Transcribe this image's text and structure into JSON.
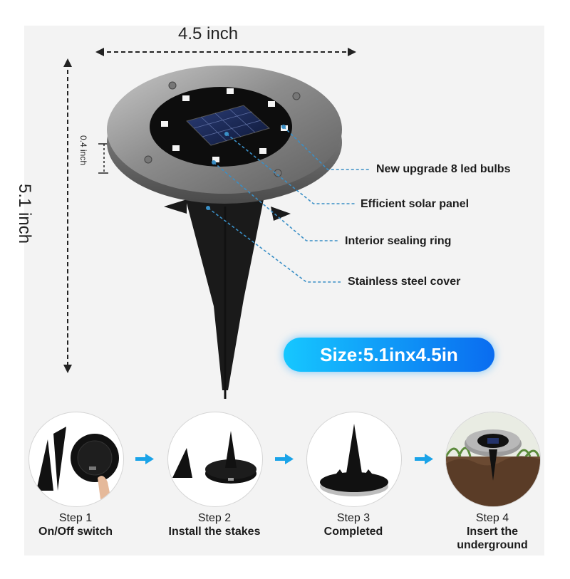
{
  "dimensions": {
    "width": "4.5 inch",
    "height": "5.1 inch",
    "thickness": "0.4 inch"
  },
  "callouts": [
    "New upgrade 8 led bulbs",
    "Efficient solar panel",
    "Interior sealing ring",
    "Stainless steel cover"
  ],
  "badge": "Size:5.1inx4.5in",
  "steps": [
    {
      "number": "Step 1",
      "desc": "On/Off switch"
    },
    {
      "number": "Step 2",
      "desc": "Install the stakes"
    },
    {
      "number": "Step 3",
      "desc": "Completed"
    },
    {
      "number": "Step 4",
      "desc": "Insert the underground"
    }
  ],
  "colors": {
    "accent": "#1aa3e8",
    "badge_start": "#16c7ff",
    "badge_end": "#0a6cf0",
    "dash": "#3a8fc6"
  }
}
